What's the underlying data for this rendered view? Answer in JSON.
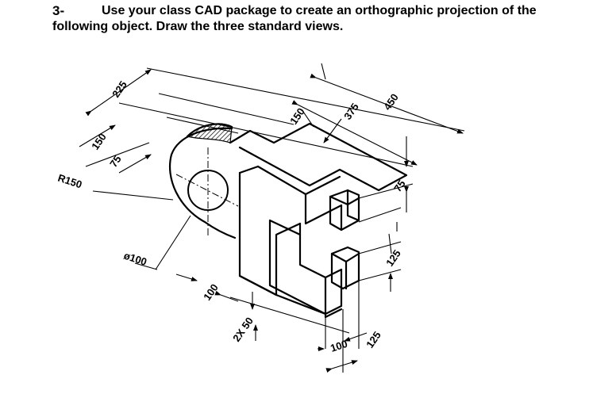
{
  "question": {
    "number": "3-",
    "line1": "Use your class CAD package to create an orthographic projection of the",
    "line2": "following object. Draw the three standard views."
  },
  "dimensions": {
    "d225": "225",
    "d150_left": "150",
    "d75_left": "75",
    "r150": "R150",
    "dia100": "ø100",
    "d150_top": "150",
    "d375": "375",
    "d450": "450",
    "d75_right": "75",
    "d125_right": "125",
    "d100_bottom": "100",
    "d2x50": "2X 50",
    "d100_base": "100",
    "d125_base": "125"
  }
}
